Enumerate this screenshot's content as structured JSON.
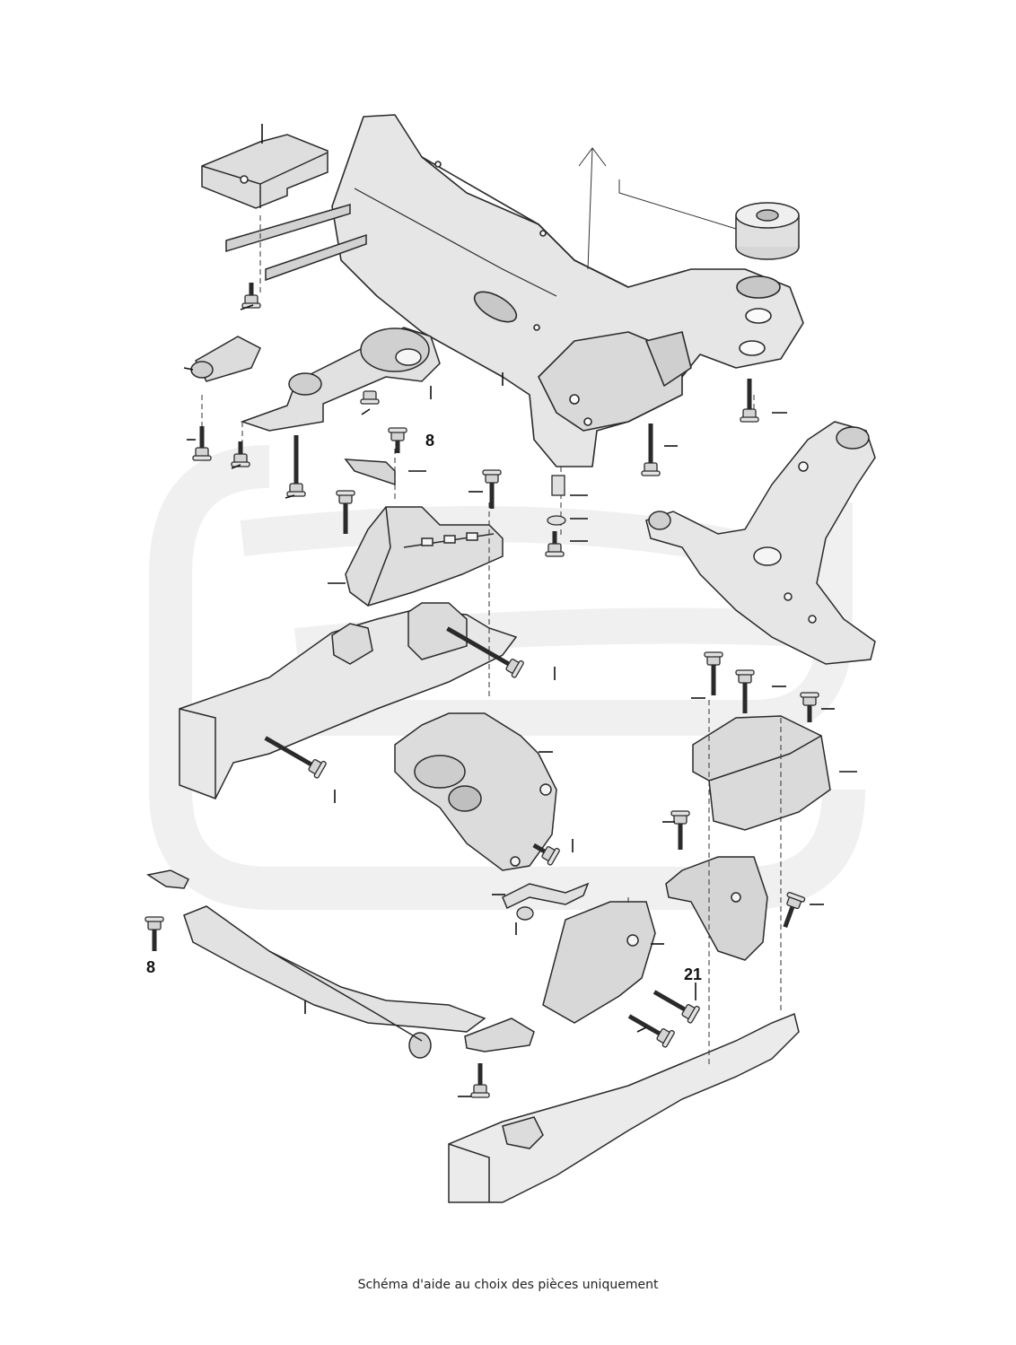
{
  "diagram": {
    "callouts": [
      {
        "id": "callout-8-upper",
        "label": "8"
      },
      {
        "id": "callout-8-lower",
        "label": "8"
      },
      {
        "id": "callout-21",
        "label": "21"
      }
    ]
  },
  "footer": {
    "caption": "Schéma d'aide au choix des pièces uniquement"
  },
  "colors": {
    "part_fill": "#e3e3e3",
    "part_shade": "#c9c9c9",
    "outline": "#2a2a2a",
    "watermark": "#efefef"
  }
}
